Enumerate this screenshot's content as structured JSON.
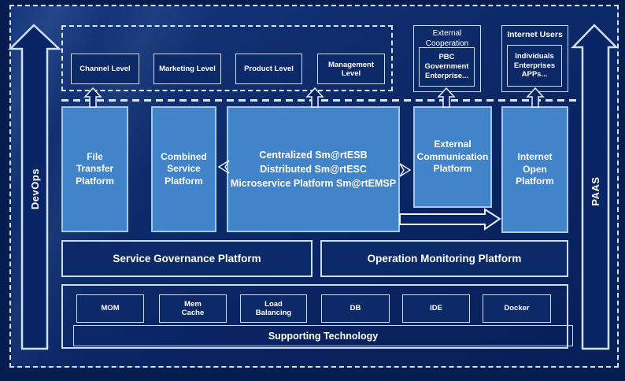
{
  "colors": {
    "background": "#0A2462",
    "panel_blue": "#4284C9",
    "panel_border": "#A6C9E8",
    "dark_panel": "#0C2A68",
    "line_white": "#D8E5F5"
  },
  "side_rails": {
    "left_label": "DevOps",
    "right_label": "PAAS"
  },
  "levels": {
    "items": [
      {
        "label": "Channel Level"
      },
      {
        "label": "Marketing Level"
      },
      {
        "label": "Product Level"
      },
      {
        "label": "Management Level"
      }
    ]
  },
  "external_cooperation": {
    "title": "External\nCooperation",
    "members": "PBC Government\nEnterprise..."
  },
  "internet_users": {
    "title": "Internet Users",
    "members": "Individuals\nEnterprises\nAPPs..."
  },
  "platforms": {
    "file_transfer": "File\nTransfer\nPlatform",
    "combined_service": "Combined\nService\nPlatform",
    "central_esb": "Centralized Sm@rtESB\nDistributed Sm@rtESC\nMicroservice Platform Sm@rtEMSP",
    "external_communication": "External\nCommunication\nPlatform",
    "internet_open": "Internet\nOpen\nPlatform"
  },
  "management": {
    "service_governance": "Service Governance Platform",
    "operation_monitoring": "Operation Monitoring Platform"
  },
  "supporting": {
    "title": "Supporting Technology",
    "items": [
      {
        "label": "MOM"
      },
      {
        "label": "Mem\nCache"
      },
      {
        "label": "Load\nBalancing"
      },
      {
        "label": "DB"
      },
      {
        "label": "IDE"
      },
      {
        "label": "Docker"
      }
    ]
  }
}
